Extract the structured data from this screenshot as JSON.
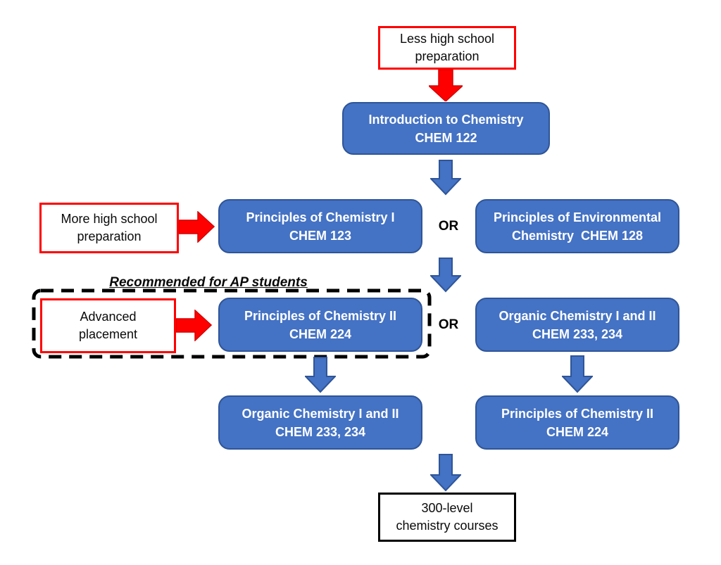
{
  "colors": {
    "blue_fill": "#4472C4",
    "blue_border": "#2F5597",
    "red": "#FF0000",
    "black": "#000000",
    "white_text": "#FFFFFF"
  },
  "nodes": {
    "less_prep": {
      "line1": "Less high school",
      "line2": "preparation"
    },
    "intro_chem": {
      "line1": "Introduction to Chemistry",
      "line2": "CHEM 122"
    },
    "more_prep": {
      "line1": "More high school",
      "line2": "preparation"
    },
    "prin_chem1": {
      "line1": "Principles of Chemistry I",
      "line2": "CHEM 123"
    },
    "or1": {
      "label": "OR"
    },
    "env_chem": {
      "line1": "Principles of Environmental",
      "line2": "Chemistry  CHEM 128"
    },
    "ap_note": {
      "label": "Recommended for AP students"
    },
    "adv_placement": {
      "line1": "Advanced",
      "line2": "placement"
    },
    "prin_chem2_row3": {
      "line1": "Principles of Chemistry II",
      "line2": "CHEM 224"
    },
    "or2": {
      "label": "OR"
    },
    "organic_row3": {
      "line1": "Organic Chemistry I and II",
      "line2": "CHEM 233, 234"
    },
    "organic_row4": {
      "line1": "Organic Chemistry I and II",
      "line2": "CHEM 233, 234"
    },
    "prin_chem2_row4": {
      "line1": "Principles of Chemistry II",
      "line2": "CHEM 224"
    },
    "level300": {
      "line1": "300-level",
      "line2": "chemistry courses"
    }
  }
}
